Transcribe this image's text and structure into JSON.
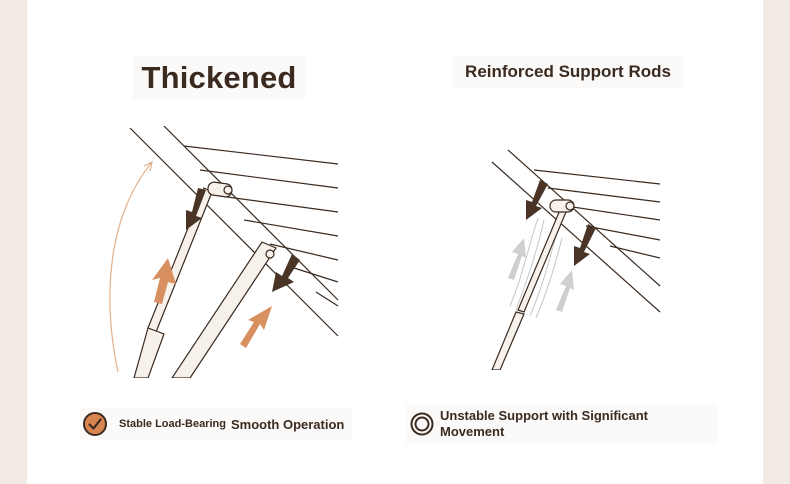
{
  "left_panel": {
    "title": "Thickened",
    "caption_small": "Stable Load-Bearing",
    "caption_main": "Smooth Operation"
  },
  "right_panel": {
    "title": "Reinforced Support Rods",
    "caption": "Unstable Support with Significant Movement"
  },
  "colors": {
    "text": "#3a2a20",
    "line": "#3a2a20",
    "arrow_dark": "#4a3426",
    "arrow_orange": "#d99060",
    "arrow_gray": "#cfcfcf",
    "rod_fill": "#f6f1ea",
    "check_badge": "#d9854f"
  },
  "icons": [
    "check-circle-icon",
    "ring-circle-icon",
    "arrow-down-icon",
    "arrow-up-icon",
    "curved-arc-icon"
  ]
}
